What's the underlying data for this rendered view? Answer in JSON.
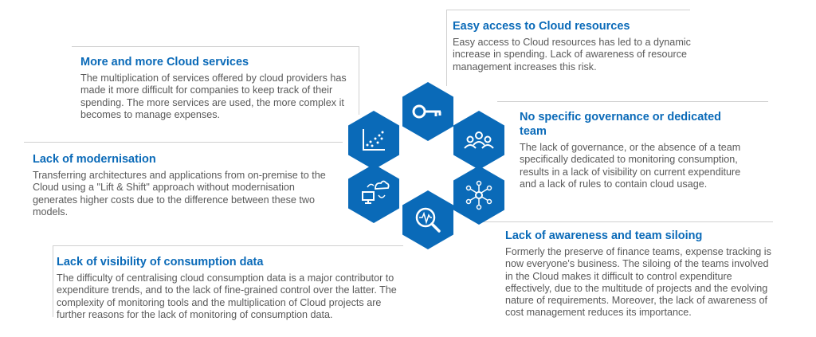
{
  "colors": {
    "hex_fill": "#0a6ab8",
    "title": "#0a6ab8",
    "body_text": "#595959",
    "rule": "#d0d0d0"
  },
  "blocks": {
    "easy_access": {
      "title": "Easy access to Cloud resources",
      "text": "Easy access to Cloud resources has led to a dynamic increase in spending. Lack of awareness of resource management increases this risk."
    },
    "more_services": {
      "title": "More and more Cloud services",
      "text": "The multiplication of services offered by cloud providers has made it more difficult for companies to keep track of their spending. The more services are used, the more complex it becomes to manage expenses."
    },
    "governance": {
      "title": "No specific governance or dedicated team",
      "text": "The lack of governance, or the absence of a team specifically dedicated to monitoring consumption, results in a lack of visibility on current expenditure and a lack of rules to contain cloud usage."
    },
    "modernisation": {
      "title": "Lack of modernisation",
      "text": "Transferring architectures and applications from on-premise to the Cloud using a \"Lift & Shift\" approach without modernisation generates higher costs due to the difference between these two models."
    },
    "awareness": {
      "title": "Lack of awareness and team siloing",
      "text": "Formerly the preserve of finance teams, expense tracking is now everyone's business. The siloing of the teams involved in the Cloud makes it difficult to control expenditure effectively, due to the multitude of projects and the evolving nature of requirements. Moreover, the lack of awareness of cost management reduces its importance."
    },
    "visibility": {
      "title": "Lack of visibility of consumption data",
      "text": "The difficulty of centralising cloud consumption data is a major contributor to expenditure trends, and to the lack of fine-grained control over the latter. The complexity of monitoring tools and the multiplication of Cloud projects are further reasons for the lack of monitoring of consumption data."
    }
  },
  "hex_icons": [
    "key-icon",
    "team-icon",
    "network-icon",
    "monitoring-search-icon",
    "cloud-sync-icon",
    "scatter-chart-icon"
  ]
}
